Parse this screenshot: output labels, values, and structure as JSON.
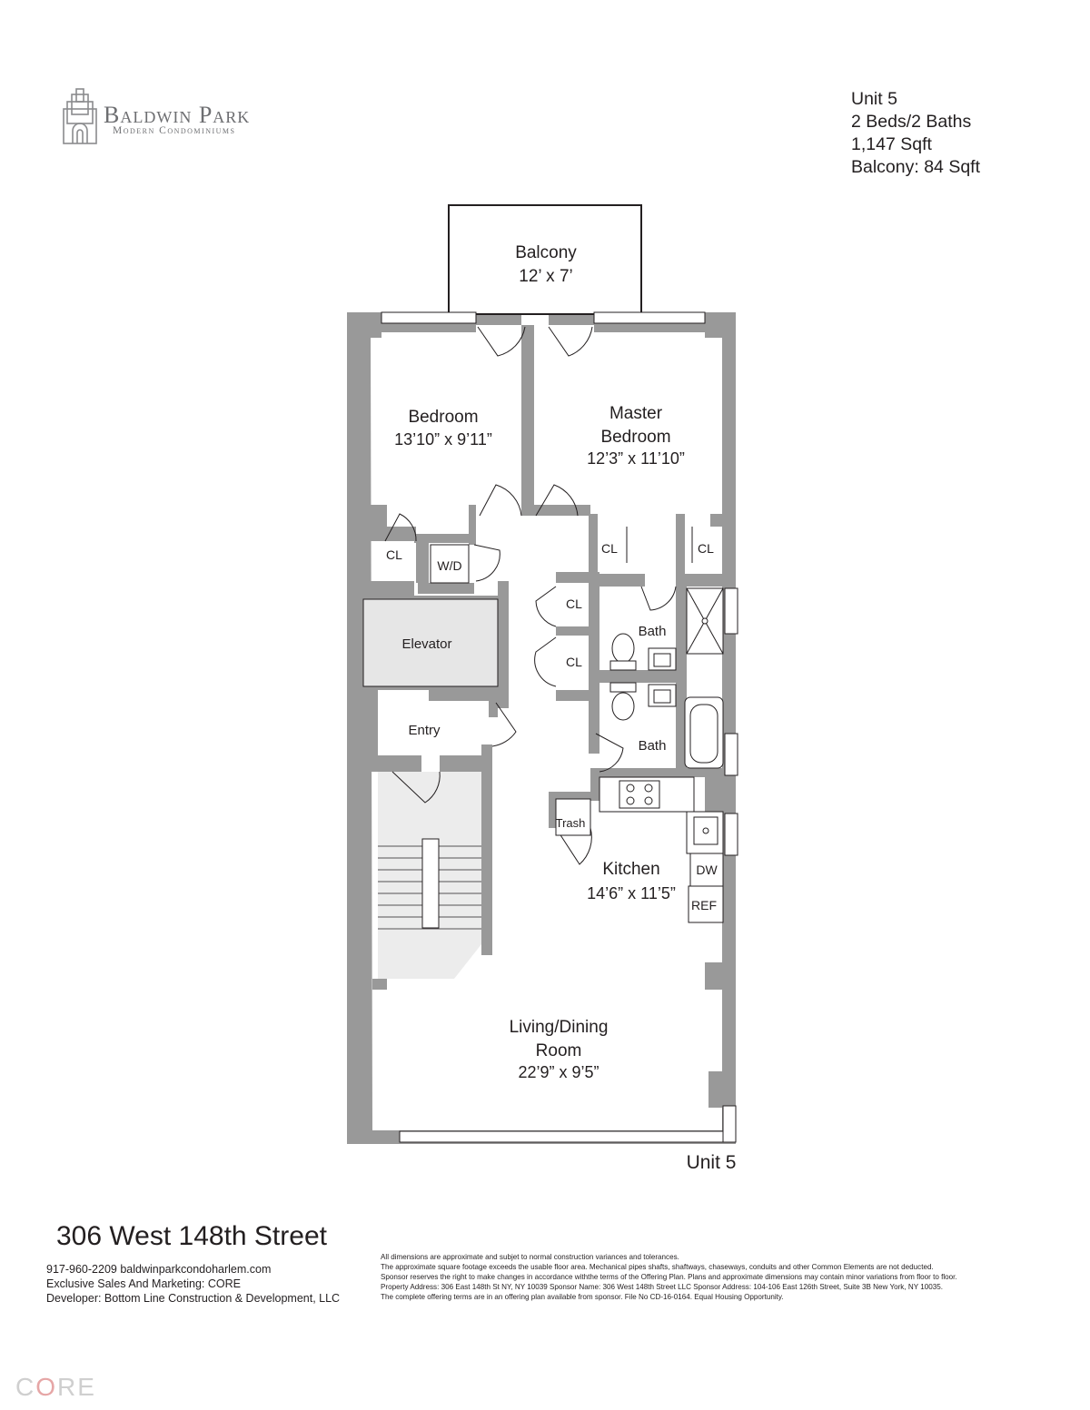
{
  "brand": {
    "name": "Baldwin Park",
    "tagline": "Modern Condominiums",
    "core_logo_letters": [
      "C",
      "O",
      "RE"
    ],
    "core_accent_color": "#e6a6a6"
  },
  "unit_info": {
    "unit": "Unit 5",
    "beds_baths": "2 Beds/2 Baths",
    "sqft": "1,147 Sqft",
    "balcony": "Balcony: 84 Sqft"
  },
  "plan": {
    "colors": {
      "wall": "#999999",
      "elevator": "#e6e6e6",
      "stair": "#ececec",
      "line": "#231f20"
    },
    "rooms": {
      "balcony": {
        "name": "Balcony",
        "dims": "12’ x 7’"
      },
      "bedroom": {
        "name": "Bedroom",
        "dims": "13’10” x 9’11”"
      },
      "master": {
        "name_line1": "Master",
        "name_line2": "Bedroom",
        "dims": "12’3” x 11’10”"
      },
      "kitchen": {
        "name": "Kitchen",
        "dims": "14’6” x 11’5”"
      },
      "living": {
        "name_line1": "Living/Dining",
        "name_line2": "Room",
        "dims": "22’9” x 9’5”"
      },
      "elevator": "Elevator",
      "entry": "Entry",
      "bath_upper": "Bath",
      "bath_lower": "Bath",
      "closet": "CL",
      "washer_dryer": "W/D",
      "trash": "Trash",
      "dishwasher": "DW",
      "refrigerator": "REF"
    },
    "unit_label": "Unit 5"
  },
  "footer": {
    "address": "306 West 148th Street",
    "phone_web": "917-960-2209  baldwinparkcondoharlem.com",
    "sales": "Exclusive Sales And Marketing: CORE",
    "developer": "Developer: Bottom Line Construction & Development, LLC",
    "disclaimer": [
      "All dimensions are approximate and subjet to normal construction variances and tolerances.",
      "The approximate square footage exceeds the usable floor area. Mechanical pipes shafts, shaftways, chaseways, conduits and other Common Elements are not deducted.",
      "Sponsor reserves the right to make changes in accordance withthe terms of the Offering Plan. Plans and approximate dimensions may contain minor variations from floor to floor.",
      "Property Address: 306 East 148th St NY, NY 10039 Sponsor Name: 306 West 148th Street LLC Sponsor Address: 104-106 East 126th Street, Suite 3B New York, NY 10035.",
      "The complete offering terms are in an offering plan available from sponsor. File No  CD-16-0164. Equal Housing Opportunity."
    ]
  }
}
